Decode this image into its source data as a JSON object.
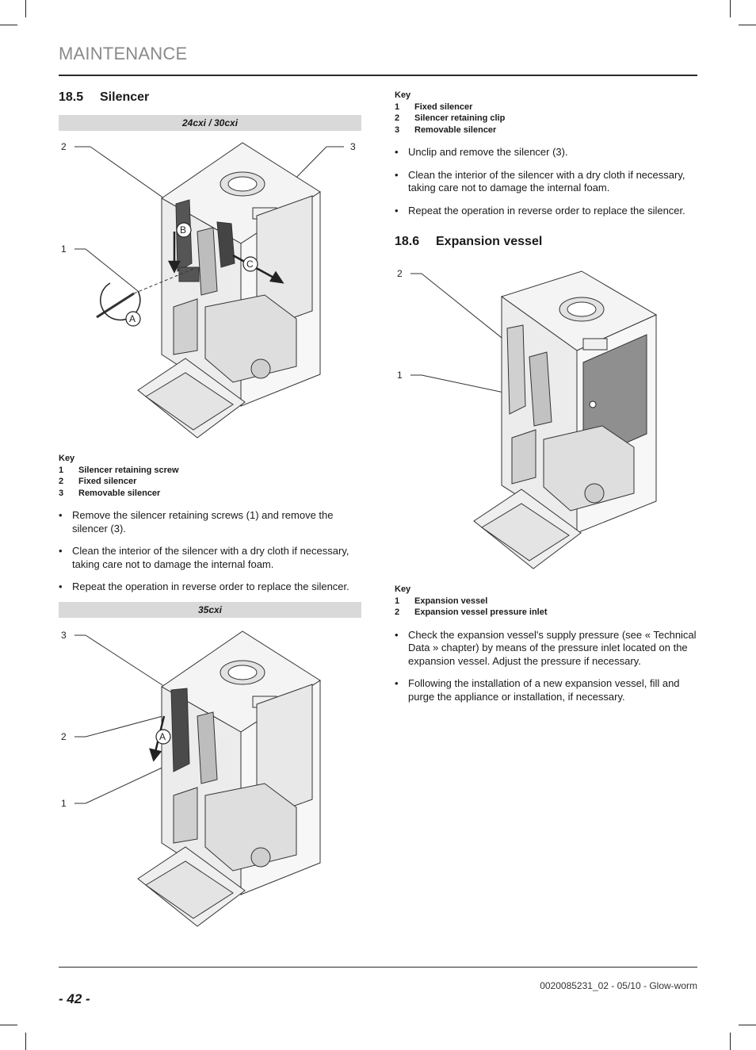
{
  "header": {
    "title": "MAINTENANCE"
  },
  "footer": {
    "page_number": "- 42 -",
    "doc_ref": "0020085231_02 - 05/10 - Glow-worm"
  },
  "silencer": {
    "heading_number": "18.5",
    "heading_title": "Silencer",
    "variant_a": {
      "label": "24cxi / 30cxi",
      "callouts": [
        "2",
        "3",
        "1"
      ],
      "markers": [
        "B",
        "C",
        "A"
      ],
      "key_title": "Key",
      "key": [
        {
          "num": "1",
          "label": "Silencer retaining screw"
        },
        {
          "num": "2",
          "label": "Fixed silencer"
        },
        {
          "num": "3",
          "label": "Removable silencer"
        }
      ],
      "steps": [
        "Remove the silencer retaining screws (1) and remove the silencer (3).",
        "Clean the interior of the silencer with a dry cloth if necessary, taking care not to damage the internal foam.",
        "Repeat the operation in reverse order to replace the silencer."
      ]
    },
    "variant_b": {
      "label": "35cxi",
      "callouts": [
        "3",
        "2",
        "1"
      ],
      "markers": [
        "A"
      ],
      "key_title": "Key",
      "key": [
        {
          "num": "1",
          "label": "Fixed silencer"
        },
        {
          "num": "2",
          "label": "Silencer retaining clip"
        },
        {
          "num": "3",
          "label": "Removable silencer"
        }
      ],
      "steps": [
        "Unclip and remove the silencer (3).",
        "Clean the interior of the silencer with a dry cloth if necessary, taking care not to damage the internal foam.",
        "Repeat the operation in reverse order to replace the silencer."
      ]
    }
  },
  "expansion": {
    "heading_number": "18.6",
    "heading_title": "Expansion vessel",
    "callouts": [
      "2",
      "1"
    ],
    "key_title": "Key",
    "key": [
      {
        "num": "1",
        "label": "Expansion vessel"
      },
      {
        "num": "2",
        "label": "Expansion vessel pressure inlet"
      }
    ],
    "steps": [
      "Check the expansion vessel's supply pressure (see « Technical Data » chapter) by means of the pressure inlet located on the expansion vessel. Adjust the pressure if necessary.",
      "Following the installation of a new expansion vessel, fill and purge the appliance or installation, if necessary."
    ]
  }
}
